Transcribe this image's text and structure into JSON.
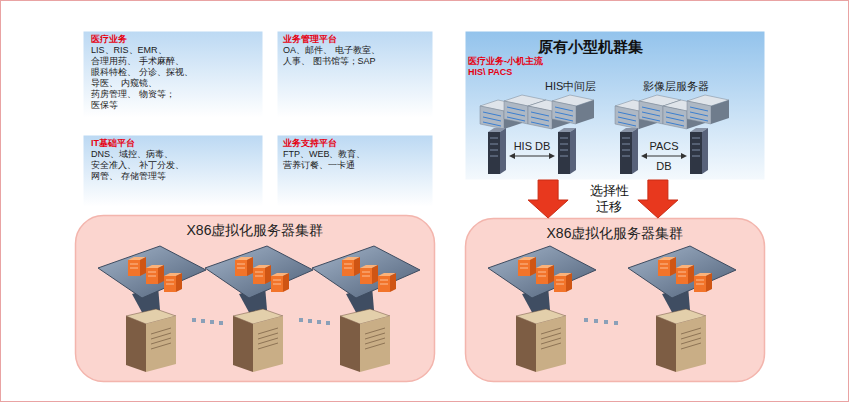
{
  "diagram": {
    "nodes": [
      {
        "text": [
          "医疗业务",
          "LIS、RIS、EMR、 合理用药、 手术麻醉、眼科特检、 分诊、探视、导医、 内窥镜、药房管理、 物资等；医保等"
        ]
      },
      {
        "text": [
          "业务管理平台",
          "OA、邮件、 电子教室、人事、 图书馆等；SAP"
        ]
      },
      {
        "text": [
          "IT基础平台",
          "DNS、域控、病毒、 安全准入、 补丁分发、网管、 存储管理等"
        ]
      },
      {
        "text": [
          "业务支持平台",
          "FTP、WEB、教育、 营养订餐、一卡通"
        ]
      },
      {
        "text": [
          "X86虚拟化服务器集群"
        ]
      },
      {
        "text": [
          "原有小型机群集",
          "医疗业务-小机主流 HIS\\ PACS"
        ]
      },
      {
        "text": [
          "X86虚拟化服务器集群"
        ]
      }
    ],
    "edges": [
      {
        "from": 5,
        "to": 6,
        "arrow": "to"
      },
      {
        "from": 5,
        "to": 6,
        "arrow": "to"
      }
    ],
    "labels": [
      "HIS中间层",
      "影像层服务器",
      "HIS DB",
      "PACS DB",
      "选择性 迁移"
    ]
  }
}
